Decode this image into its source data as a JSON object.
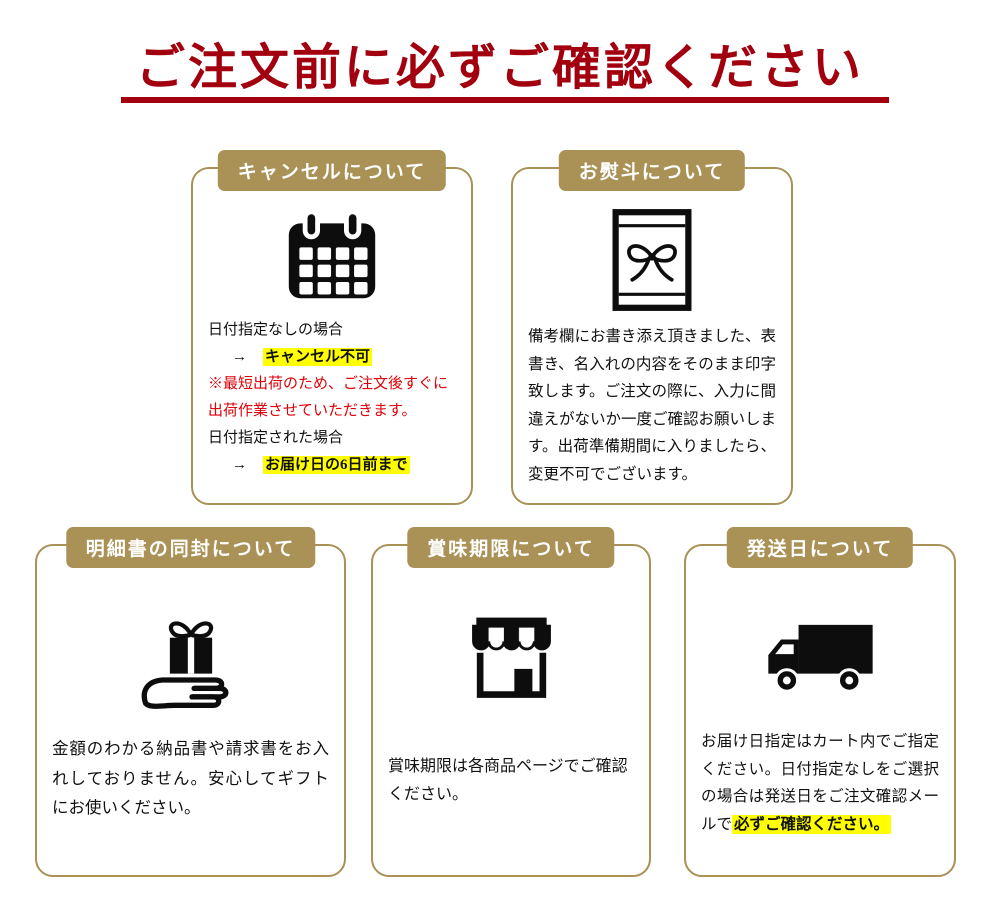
{
  "page": {
    "title": "ご注文前に必ずご確認ください"
  },
  "colors": {
    "title_red": "#a2000e",
    "frame_gold": "#aa9156",
    "highlight_yellow": "#ffff00",
    "warning_red": "#dd0008",
    "icon_black": "#0d0d0d"
  },
  "cards": {
    "cancel": {
      "header": "キャンセルについて",
      "icon": "calendar-icon",
      "case1_label": "日付指定なしの場合",
      "arrow": "→",
      "case1_result": "キャンセル不可",
      "note": "※最短出荷のため、ご注文後すぐに出荷作業させていただきます。",
      "case2_label": "日付指定された場合",
      "case2_result": "お届け日の6日前まで"
    },
    "noshi": {
      "header": "お熨斗について",
      "icon": "noshi-gift-icon",
      "body": "備考欄にお書き添え頂きました、表書き、名入れの内容をそのまま印字致します。ご注文の際に、入力に間違えがないか一度ご確認お願いします。出荷準備期間に入りましたら、変更不可でございます。"
    },
    "statement": {
      "header": "明細書の同封について",
      "icon": "gift-hand-icon",
      "body": "金額のわかる納品書や請求書をお入れしておりません。安心してギフトにお使いください。"
    },
    "expiry": {
      "header": "賞味期限について",
      "icon": "storefront-icon",
      "body": "賞味期限は各商品ページでご確認ください。"
    },
    "shipping": {
      "header": "発送日について",
      "icon": "truck-icon",
      "body_plain": "お届け日指定はカート内でご指定ください。日付指定なしをご選択の場合は発送日をご注文確認メールで",
      "body_highlight": "必ずご確認ください。"
    }
  }
}
